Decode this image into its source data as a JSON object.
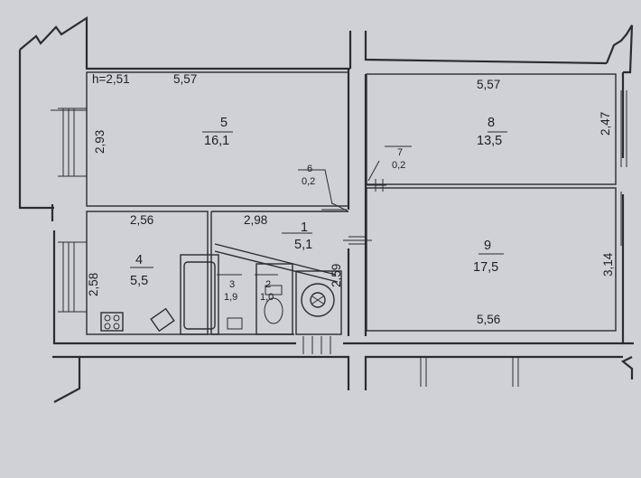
{
  "ceiling_height": "h=2,51",
  "rooms": [
    {
      "id": "5",
      "number": "5",
      "area": "16,1"
    },
    {
      "id": "8",
      "number": "8",
      "area": "13,5"
    },
    {
      "id": "9",
      "number": "9",
      "area": "17,5"
    },
    {
      "id": "4",
      "number": "4",
      "area": "5,5"
    },
    {
      "id": "1",
      "number": "1",
      "area": "5,1"
    },
    {
      "id": "3",
      "number": "3",
      "area": "1,9"
    },
    {
      "id": "2",
      "number": "2",
      "area": "1,0"
    },
    {
      "id": "6",
      "number": "6",
      "area": "0,2"
    },
    {
      "id": "7",
      "number": "7",
      "area": "0,2"
    }
  ],
  "dimensions": {
    "room5_width": "5,57",
    "room5_height": "2,93",
    "room8_width": "5,57",
    "room8_height": "2,47",
    "room9_height": "3,14",
    "room9_width": "5,56",
    "room4_width": "2,56",
    "room4_height": "2,58",
    "room1_width": "2,98",
    "room1_height": "2,59"
  },
  "colors": {
    "paper": "#cfd1d6",
    "ink": "#2c2c30"
  },
  "icons": [
    "stove-icon",
    "bathtub-icon",
    "toilet-icon",
    "sink-icon",
    "boiler-icon",
    "tap-icon"
  ]
}
